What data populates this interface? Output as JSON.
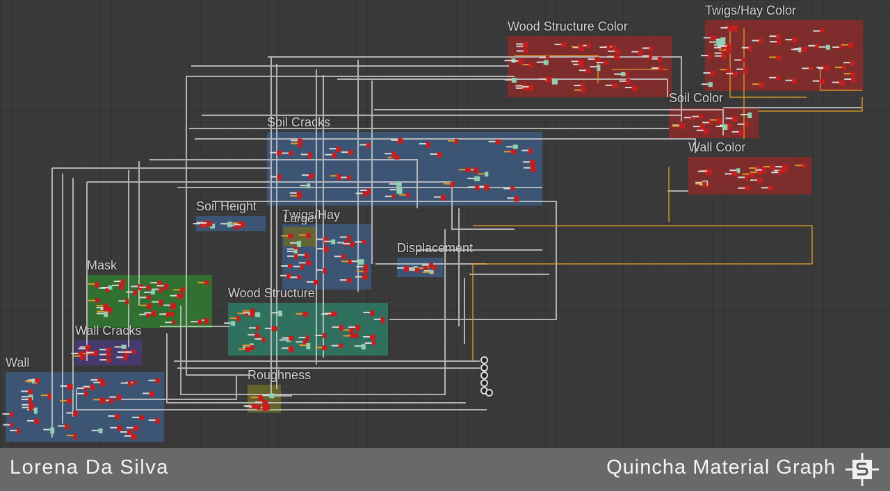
{
  "frames": [
    {
      "id": "wood-structure-color",
      "title": "Wood Structure Color",
      "color": "#8a2a2a"
    },
    {
      "id": "twigs-hay-color",
      "title": "Twigs/Hay Color",
      "color": "#8a2a2a"
    },
    {
      "id": "soil-color",
      "title": "Soil Color",
      "color": "#8a2a2a"
    },
    {
      "id": "wall-color",
      "title": "Wall Color",
      "color": "#8a2a2a"
    },
    {
      "id": "soil-cracks",
      "title": "Soil Cracks",
      "color": "#3d5a80"
    },
    {
      "id": "soil-height",
      "title": "Soil Height",
      "color": "#3d5a80"
    },
    {
      "id": "twigs-hay",
      "title": "Twigs/Hay",
      "color": "#3d5a80"
    },
    {
      "id": "large",
      "title": "Large",
      "color": "#6b6b2a"
    },
    {
      "id": "displacement",
      "title": "Displacement",
      "color": "#3d5a80"
    },
    {
      "id": "mask",
      "title": "Mask",
      "color": "#2f7a2f"
    },
    {
      "id": "wood-structure",
      "title": "Wood Structure",
      "color": "#2e7a66"
    },
    {
      "id": "wall-cracks",
      "title": "Wall Cracks",
      "color": "#4a3a78"
    },
    {
      "id": "wall",
      "title": "Wall",
      "color": "#3d5a80"
    },
    {
      "id": "roughness",
      "title": "Roughness",
      "color": "#6b6b2a"
    }
  ],
  "footer": {
    "author": "Lorena Da Silva",
    "graph_name": "Quincha Material Graph",
    "logo_icon": "substance-designer-logo-icon"
  },
  "colors": {
    "node_red": "#c41e1e",
    "wire_gray": "#c8c8c8",
    "wire_orange": "#e09a2a",
    "footer_bg": "#696969"
  }
}
